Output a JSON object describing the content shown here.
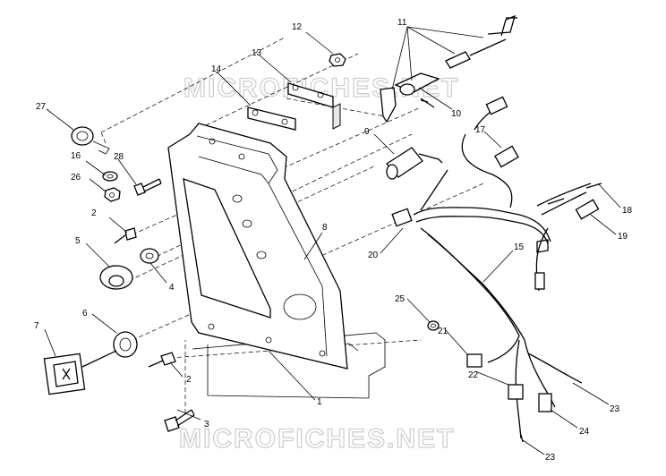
{
  "watermarks": [
    "MICROFICHES.NET",
    "MICROFICHES.NET"
  ],
  "callouts": [
    {
      "id": "c1",
      "label": "1"
    },
    {
      "id": "c2a",
      "label": "2"
    },
    {
      "id": "c2b",
      "label": "2"
    },
    {
      "id": "c3",
      "label": "3"
    },
    {
      "id": "c4",
      "label": "4"
    },
    {
      "id": "c5",
      "label": "5"
    },
    {
      "id": "c6",
      "label": "6"
    },
    {
      "id": "c7",
      "label": "7"
    },
    {
      "id": "c8",
      "label": "8"
    },
    {
      "id": "c9",
      "label": "9"
    },
    {
      "id": "c10",
      "label": "10"
    },
    {
      "id": "c11",
      "label": "11"
    },
    {
      "id": "c12",
      "label": "12"
    },
    {
      "id": "c13",
      "label": "13"
    },
    {
      "id": "c14",
      "label": "14"
    },
    {
      "id": "c15",
      "label": "15"
    },
    {
      "id": "c16",
      "label": "16"
    },
    {
      "id": "c17",
      "label": "17"
    },
    {
      "id": "c18",
      "label": "18"
    },
    {
      "id": "c19",
      "label": "19"
    },
    {
      "id": "c20",
      "label": "20"
    },
    {
      "id": "c21",
      "label": "21"
    },
    {
      "id": "c22",
      "label": "22"
    },
    {
      "id": "c23a",
      "label": "23"
    },
    {
      "id": "c23b",
      "label": "23"
    },
    {
      "id": "c24",
      "label": "24"
    },
    {
      "id": "c25",
      "label": "25"
    },
    {
      "id": "c26",
      "label": "26"
    },
    {
      "id": "c27",
      "label": "27"
    },
    {
      "id": "c28",
      "label": "28"
    }
  ]
}
